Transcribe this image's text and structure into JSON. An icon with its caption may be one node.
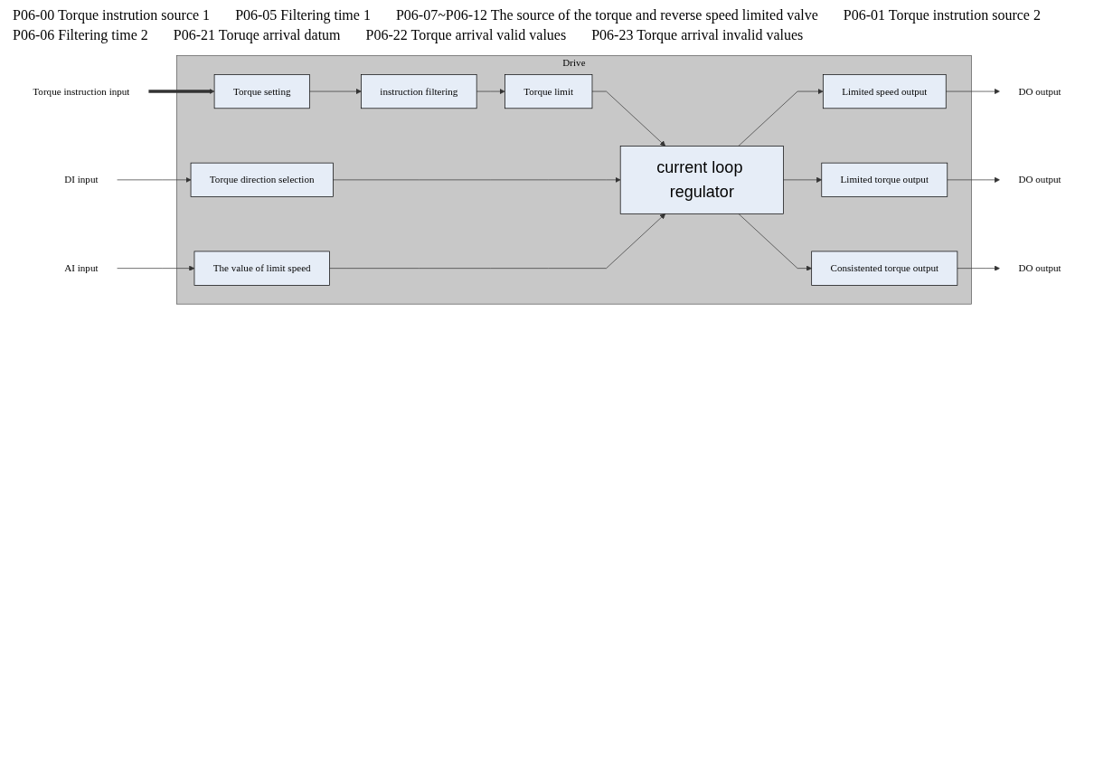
{
  "diagram": {
    "nodes": [
      {
        "text": [
          "Drive"
        ]
      },
      {
        "text": [
          "Torque instruction input"
        ]
      },
      {
        "text": [
          "Torque setting"
        ],
        "in": 0
      },
      {
        "text": [
          "instruction filtering"
        ],
        "in": 0
      },
      {
        "text": [
          "Torque limit"
        ],
        "in": 0
      },
      {
        "text": [
          "DI input"
        ]
      },
      {
        "text": [
          "Torque direction selection"
        ],
        "in": 0
      },
      {
        "text": [
          "AI input"
        ]
      },
      {
        "text": [
          "The value of limit speed"
        ],
        "in": 0
      },
      {
        "text": [
          "current loop regulator"
        ],
        "in": 0
      },
      {
        "text": [
          "Limited speed output"
        ],
        "in": 0
      },
      {
        "text": [
          "DO output"
        ]
      },
      {
        "text": [
          "Limited torque output"
        ],
        "in": 0
      },
      {
        "text": [
          "DO output"
        ]
      },
      {
        "text": [
          "Consistented torque output"
        ],
        "in": 0
      },
      {
        "text": [
          "DO output"
        ]
      }
    ],
    "edges": [
      {
        "from": 1,
        "to": 2,
        "arrow": "to",
        "style": "thick"
      },
      {
        "from": 2,
        "to": 3,
        "arrow": "to"
      },
      {
        "from": 3,
        "to": 4,
        "arrow": "to"
      },
      {
        "from": 4,
        "to": 9,
        "arrow": "to"
      },
      {
        "from": 5,
        "to": 6,
        "arrow": "to"
      },
      {
        "from": 6,
        "to": 9,
        "arrow": "to"
      },
      {
        "from": 7,
        "to": 8,
        "arrow": "to"
      },
      {
        "from": 8,
        "to": 9,
        "arrow": "to"
      },
      {
        "from": 9,
        "to": 10,
        "arrow": "to"
      },
      {
        "from": 10,
        "to": 11,
        "arrow": "to"
      },
      {
        "from": 9,
        "to": 12,
        "arrow": "to"
      },
      {
        "from": 12,
        "to": 13,
        "arrow": "to"
      },
      {
        "from": 9,
        "to": 14,
        "arrow": "to"
      },
      {
        "from": 14,
        "to": 15,
        "arrow": "to"
      }
    ],
    "labels": [
      "P06-00 Torque instrution source 1",
      "P06-05 Filtering time 1",
      "P06-07~P06-12 The source of the torque and reverse speed limited valve",
      "P06-01 Torque instrution source 2",
      "P06-06 Filtering time 2",
      "P06-21 Toruqe arrival datum",
      "P06-22 Torque arrival valid values",
      "P06-23 Torque arrival invalid values"
    ]
  }
}
